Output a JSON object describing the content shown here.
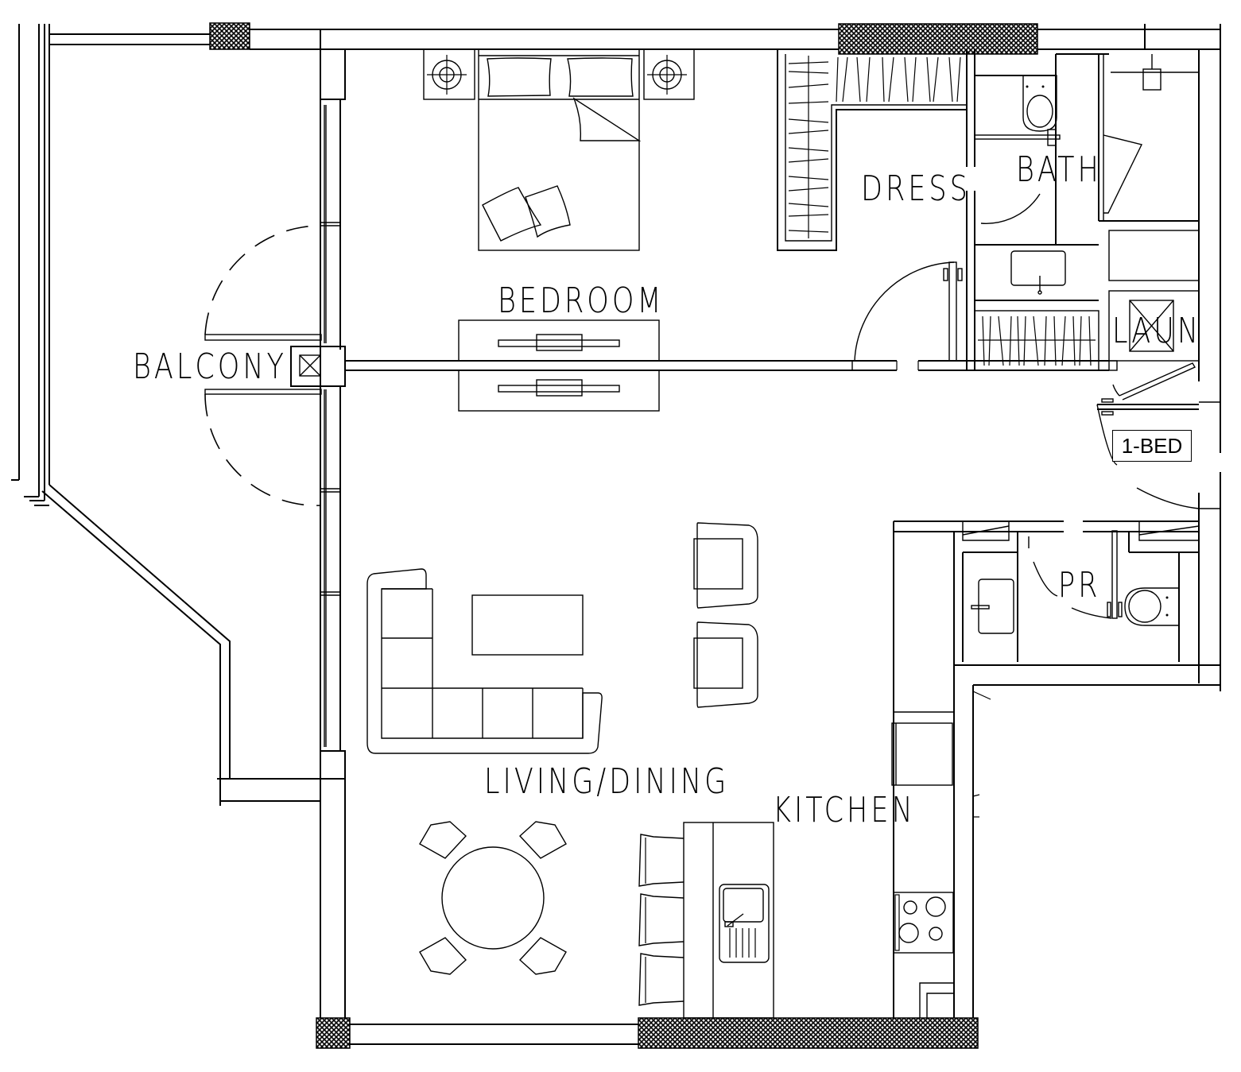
{
  "plan": {
    "unit_type_tag": "1-BED",
    "rooms": {
      "balcony": "BALCONY",
      "bedroom": "BEDROOM",
      "dress": "DRESS",
      "bath": "BATH",
      "laundry": "LAUN",
      "living_dining": "LIVING/DINING",
      "kitchen": "KITCHEN",
      "powder_room": "PR"
    },
    "colors": {
      "line": "#000000",
      "background": "#ffffff"
    },
    "symbols": [
      "double-bed-icon",
      "bedside-lamp-icon",
      "wardrobe-icon",
      "toilet-icon",
      "washbasin-icon",
      "washing-machine-icon",
      "l-shaped-sofa-icon",
      "coffee-table-icon",
      "armchair-icon",
      "round-dining-table-icon",
      "bar-stool-icon",
      "kitchen-sink-icon",
      "cooktop-icon",
      "refrigerator-icon",
      "tv-console-icon",
      "swing-door-icon",
      "sliding-window-icon",
      "structural-column-hatch"
    ]
  }
}
